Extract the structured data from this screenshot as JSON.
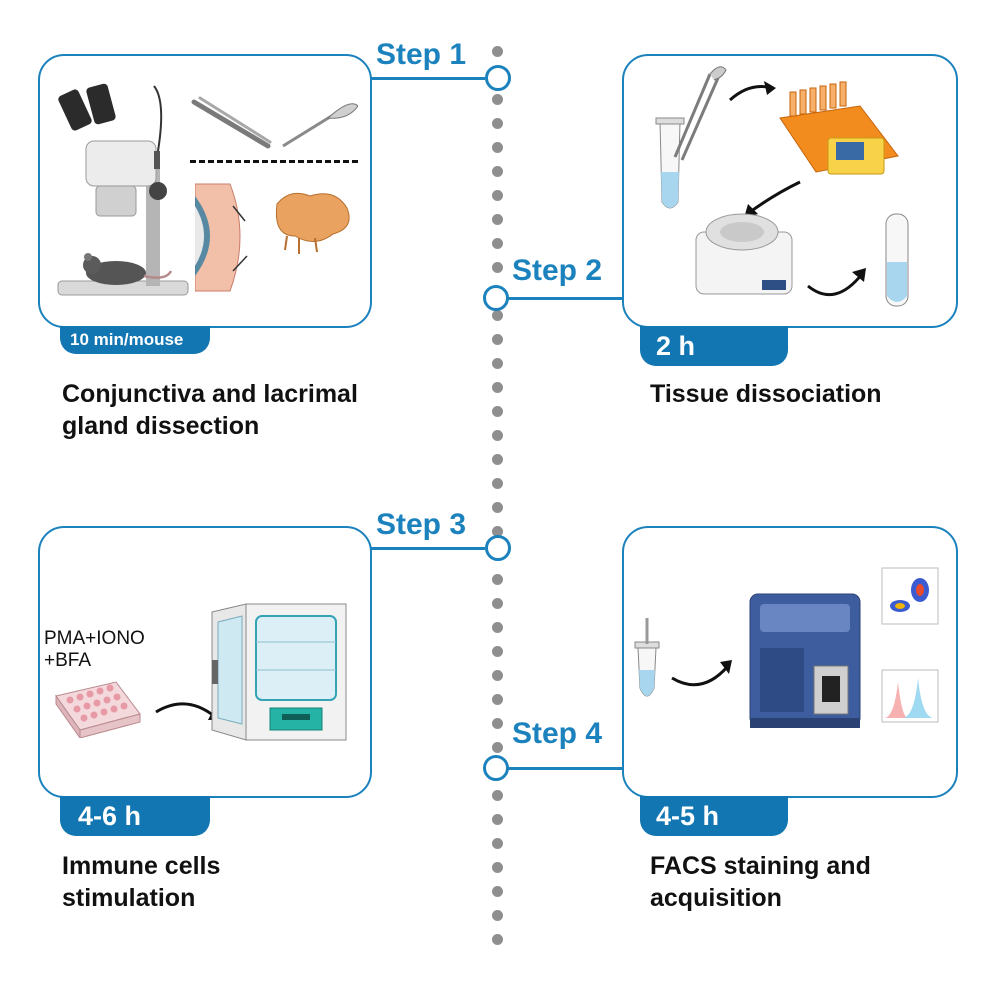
{
  "steps": [
    {
      "label": "Step 1",
      "time": "10 min/mouse",
      "caption_line1": "Conjunctiva and lacrimal",
      "caption_line2": "gland dissection"
    },
    {
      "label": "Step 2",
      "time": "2 h",
      "caption_line1": "Tissue dissociation",
      "caption_line2": ""
    },
    {
      "label": "Step 3",
      "time": "4-6 h",
      "caption_line1": "Immune cells",
      "caption_line2": "stimulation"
    },
    {
      "label": "Step 4",
      "time": "4-5 h",
      "caption_line1": "FACS staining and",
      "caption_line2": "acquisition"
    }
  ],
  "reagents": {
    "line1": "PMA+IONO",
    "line2": "+BFA"
  },
  "colors": {
    "accent": "#1b82bd",
    "tab": "#1276b3",
    "timeline_dots": "#8f8f8f"
  }
}
